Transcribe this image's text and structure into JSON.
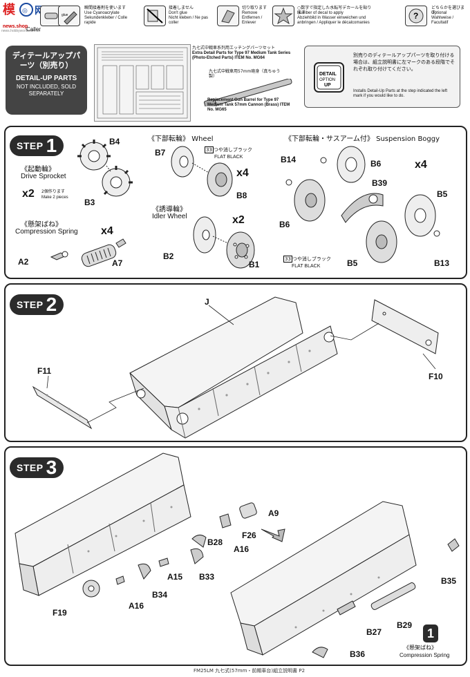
{
  "watermark": {
    "red": "模",
    "site": "news.hobbyworld.com.cn",
    "seal": "hobbyworld",
    "sub": "news.shop"
  },
  "legend": [
    {
      "icon": "cement-tube-icon",
      "jp": "",
      "en": "Caller",
      "sub": ""
    },
    {
      "icon": "glue-bottle-icon",
      "jp": "瞬間接着剤を使います",
      "en": "Use Cyanoacrylate",
      "sub": "Sekundenkleber / Colle rapide"
    },
    {
      "icon": "no-glue-icon",
      "jp": "接着しません",
      "en": "Don't glue",
      "sub": "Nicht kleben / Ne pas coller"
    },
    {
      "icon": "cut-remove-icon",
      "jp": "切り取ります",
      "en": "Remove",
      "sub": "Entfernen / Enlever"
    },
    {
      "icon": "decal-star-icon",
      "jp": "○数字で指定した水転写デカールを貼ります",
      "en": "Number of decal to apply",
      "sub": "Abziehbild in Wasser einweichen und anbringen / Appliquer le décalcomanies"
    },
    {
      "icon": "choice-icon",
      "jp": "どちらかを選びます",
      "en": "Optional",
      "sub": "Wahlweise / Facultatif"
    }
  ],
  "detail_up": {
    "title_jp": "ディテールアップパーツ（別売り）",
    "title_en": "DETAIL-UP PARTS",
    "note": "NOT INCLUDED, SOLD SEPARATELY",
    "etched_jp": "九七式中戦車系列用エッチングパーツセット",
    "etched_en": "Extra Detail Parts for Type 97 Medium Tank Series (Photo-Etched Parts) ITEM No. MG64",
    "barrel_jp": "九七式中戦車用57mm砲身（真ちゅう製）",
    "barrel_en": "Replacement Gun Barrel for Type 97 Medium Tank 57mm Cannon (Brass) ITEM No. MG65",
    "badge": "DETAIL OPTION UP",
    "info_jp": "別売りのディテールアップパーツを取り付ける場合は、組立説明書に左マークのある段階でそれぞれ取り付けてください。",
    "info_en": "Installs Detail-Up Parts at the step indicated the left mark if you would like to do."
  },
  "step1": {
    "badge_word": "STEP",
    "badge_num": "1",
    "sprocket_jp": "《起動輪》",
    "sprocket_en": "Drive Sprocket",
    "x2": "x2",
    "make_jp": "2個作ります",
    "make_en": "Make 2 pieces",
    "spring_jp": "《懸架ばね》",
    "spring_en": "Compression Spring",
    "x4": "x4",
    "wheel_jp": "《下部転輪》",
    "wheel_en": "Wheel",
    "paint_num": "33",
    "paint_jp": "つや消しブラック",
    "paint_en": "FLAT BLACK",
    "idler_jp": "《誘導輪》",
    "idler_en": "Idler Wheel",
    "boggy_jp": "《下部転輪・サスアーム付》",
    "boggy_en": "Suspension Boggy",
    "parts": [
      "B4",
      "B3",
      "A2",
      "A7",
      "B7",
      "B8",
      "B2",
      "B1",
      "B14",
      "B6",
      "B39",
      "B5",
      "B13"
    ]
  },
  "step2": {
    "badge_word": "STEP",
    "badge_num": "2",
    "parts": [
      "J",
      "F11",
      "F10"
    ]
  },
  "step3": {
    "badge_word": "STEP",
    "badge_num": "3",
    "parts": [
      "A9",
      "F26",
      "B28",
      "A16",
      "A15",
      "B33",
      "B34",
      "F19",
      "B35",
      "B27",
      "B29",
      "B36"
    ],
    "ref_num": "1",
    "ref_jp": "《懸架ばね》",
    "ref_en": "Compression Spring"
  },
  "footer": "FM25LM 九七式(57mm・前期車台)組立説明書 P2"
}
